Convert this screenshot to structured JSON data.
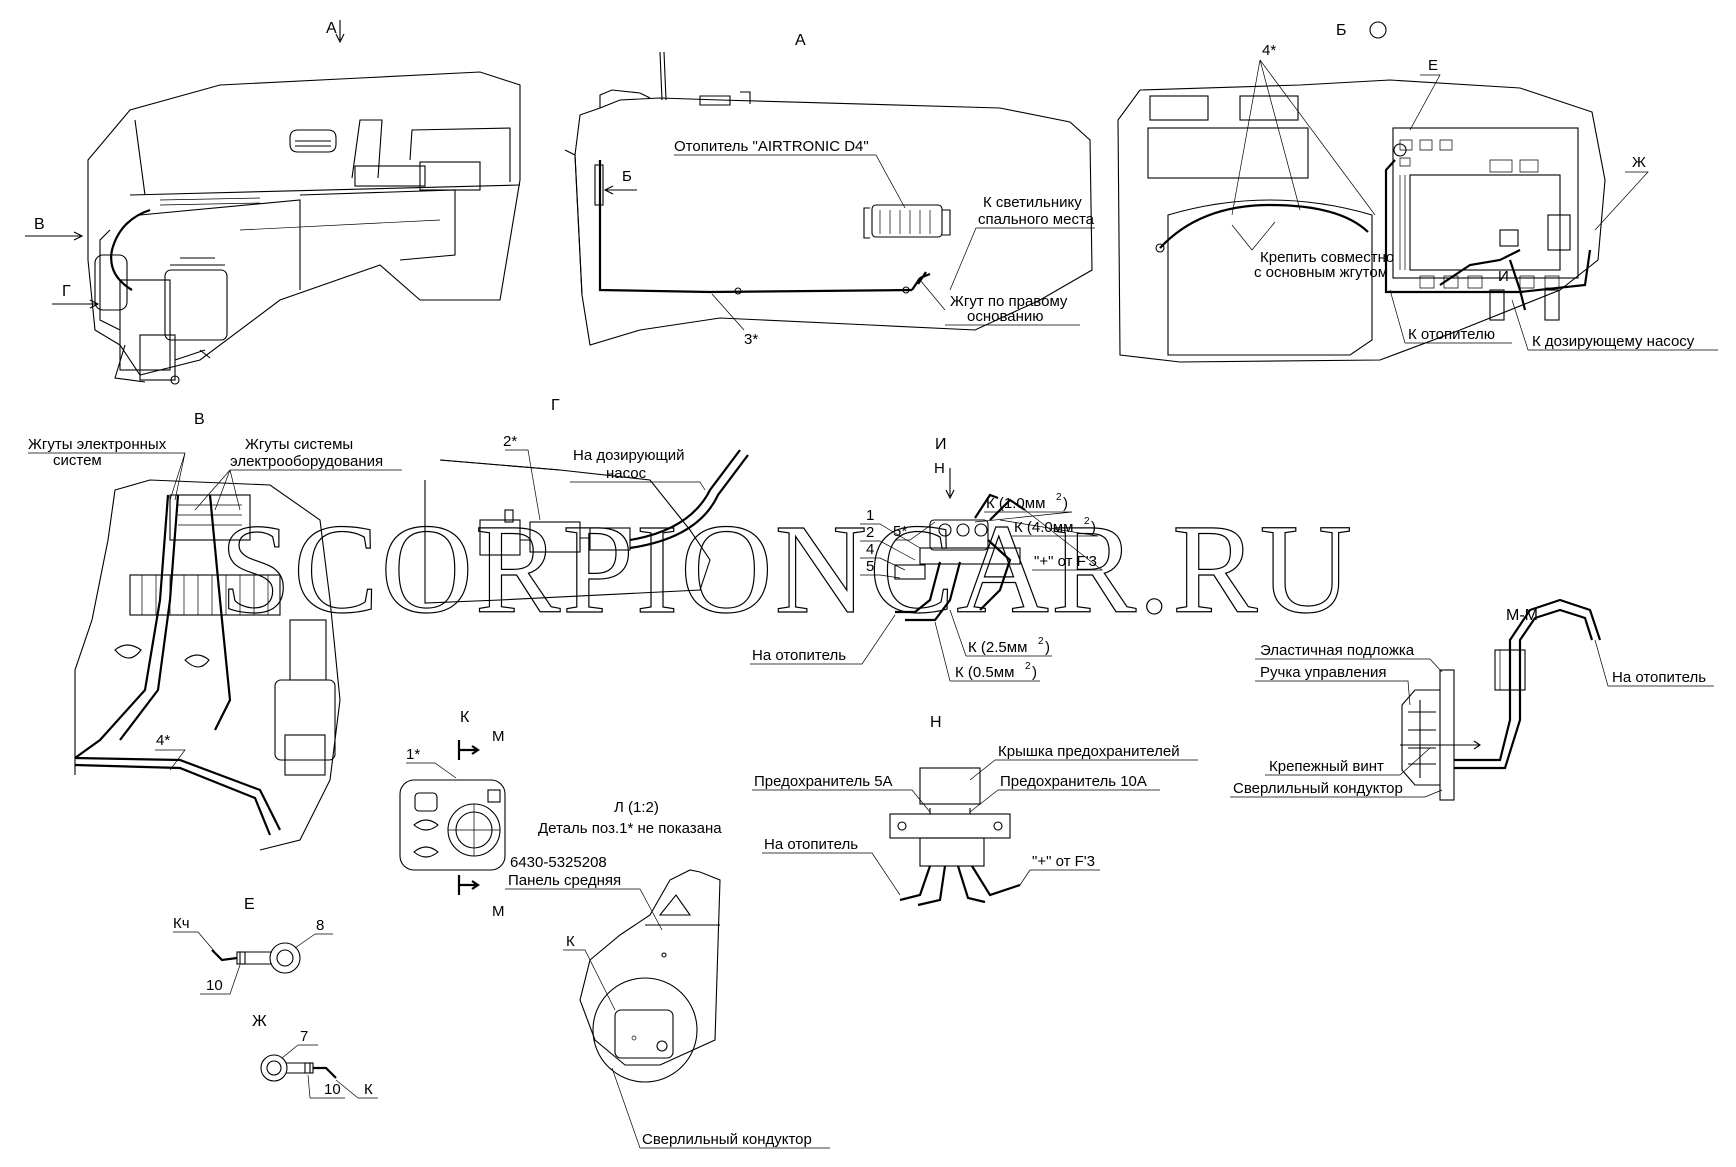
{
  "watermark": "SCORPIONCAR.RU",
  "views": {
    "A_arrow": "А",
    "A": "А",
    "B_view": "Б",
    "V": "В",
    "G": "Г",
    "I": "И",
    "K": "К",
    "H": "Н",
    "MM": "М-М",
    "L": "Л (1:2)",
    "E": "Е",
    "ZH": "Ж"
  },
  "side_arrows": {
    "V": "В",
    "G": "Г"
  },
  "callouts_A": {
    "heater": "Отопитель \"AIRTRONIC D4\"",
    "lamp_line1": "К  светильнику",
    "lamp_line2": "спального места",
    "harness_line1": "Жгут по правому",
    "harness_line2": "основанию",
    "pos3": "3*",
    "arrowB": "Б"
  },
  "callouts_B": {
    "pos4": "4*",
    "E": "Е",
    "ZH": "Ж",
    "fix_line1": "Крепить совместно",
    "fix_line2": "с основным жгутом",
    "I": "И",
    "to_heater": "К отопителю",
    "to_pump": "К дозирующему насосу"
  },
  "callouts_V": {
    "el_line1": "Жгуты электронных",
    "el_line2": "систем",
    "sys_line1": "Жгуты системы",
    "sys_line2": "электрооборудования",
    "pos4": "4*"
  },
  "callouts_G": {
    "pos2": "2*",
    "pump_line1": "На дозирующий",
    "pump_line2": "насос"
  },
  "callouts_I": {
    "H": "Н",
    "n1": "1",
    "n2": "2",
    "n4": "4",
    "n5": "5",
    "pos5": "5*",
    "k10": "К (1.0мм",
    "k40": "К (4.0мм",
    "sq": "2",
    "close": ")",
    "plus": "\"+\" от F'3",
    "to_heater": "На отопитель",
    "k25": "К (2.5мм",
    "k05": "К (0.5мм"
  },
  "callouts_MM": {
    "pad": "Эластичная подложка",
    "knob": "Ручка управления",
    "screw": "Крепежный винт",
    "jig": "Сверлильный кондуктор",
    "to_heater": "На отопитель"
  },
  "callouts_K": {
    "M_top": "М",
    "M_bot": "М",
    "pos1": "1*"
  },
  "callouts_H": {
    "cover": "Крышка предохранителей",
    "fuse5": "Предохранитель 5А",
    "fuse10": "Предохранитель 10А",
    "to_heater": "На отопитель",
    "plus": "\"+\" от F'3"
  },
  "callouts_L": {
    "note": "Деталь поз.1* не показана",
    "part_no": "6430-5325208",
    "panel": "Панель средняя",
    "K": "К",
    "jig": "Сверлильный кондуктор"
  },
  "callouts_E": {
    "kch": "Кч",
    "n8": "8",
    "n10": "10"
  },
  "callouts_ZH": {
    "n7": "7",
    "n10": "10",
    "k": "К"
  }
}
